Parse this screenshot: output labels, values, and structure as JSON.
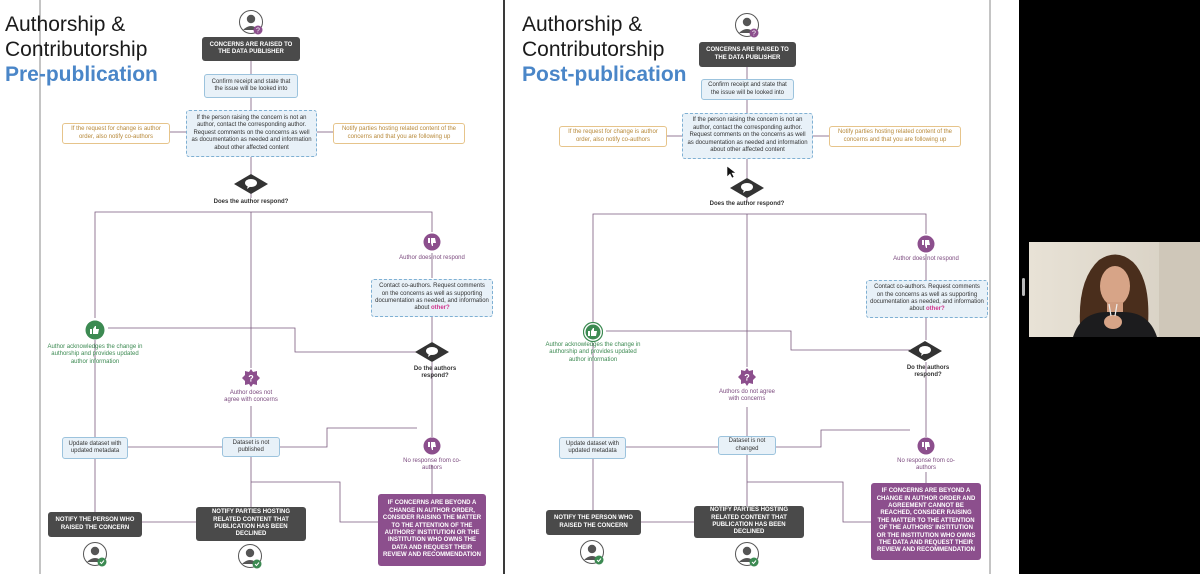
{
  "colors": {
    "dark_box": "#4a4a4a",
    "blue_box": "#e8f1f8",
    "orange_text": "#b7893a",
    "purple_box": "#8c4f8d",
    "green": "#3c8a52",
    "subtitle_blue": "#4a86c8",
    "highlight_pink": "#d0348c"
  },
  "left": {
    "title_line1": "Authorship &",
    "title_line2": "Contributorship",
    "subtitle": "Pre-publication",
    "concerns_raised": "CONCERNS ARE RAISED TO THE DATA PUBLISHER",
    "confirm_receipt": "Confirm receipt and state that the issue will be looked into",
    "contact_author": "If the person raising the concern is not an author, contact the corresponding author. Request comments on the concerns as well as documentation as needed and information about other affected content",
    "author_order_note": "If the request for change is author order, also notify co-authors",
    "notify_hosting_note": "Notify parties hosting related content of the concerns and that you are following up",
    "does_author_respond": "Does the author respond?",
    "author_no_response": "Author does not respond",
    "contact_coauthors": "Contact co-authors. Request comments on the concerns as well as supporting documentation as needed, and information about",
    "other_word": "other?",
    "author_acknowledges": "Author acknowledges the change in authorship and provides updated author information",
    "author_disagrees": "Author does not agree with concerns",
    "do_authors_respond": "Do the authors respond?",
    "update_dataset": "Update dataset with updated metadata",
    "dataset_status": "Dataset is not published",
    "no_response_coauthors": "No response from co-authors",
    "notify_person": "NOTIFY THE PERSON WHO RAISED THE CONCERN",
    "notify_declined": "NOTIFY PARTIES HOSTING RELATED CONTENT THAT PUBLICATION HAS BEEN DECLINED",
    "beyond_change": "IF CONCERNS ARE BEYOND A CHANGE IN AUTHOR ORDER, CONSIDER RAISING THE MATTER TO THE ATTENTION OF THE AUTHORS' INSTITUTION OR THE INSTITUTION WHO OWNS THE DATA AND REQUEST THEIR REVIEW AND RECOMMENDATION"
  },
  "right": {
    "title_line1": "Authorship &",
    "title_line2": "Contributorship",
    "subtitle": "Post-publication",
    "concerns_raised": "CONCERNS ARE RAISED TO THE DATA PUBLISHER",
    "confirm_receipt": "Confirm receipt and state that the issue will be looked into",
    "contact_author": "If the person raising the concern is not an author, contact the corresponding author. Request comments on the concerns as well as documentation as needed and information about other affected content",
    "author_order_note": "If the request for change is author order, also notify co-authors",
    "notify_hosting_note": "Notify parties hosting related content of the concerns and that you are following up",
    "does_author_respond": "Does the author respond?",
    "author_no_response": "Author does not respond",
    "contact_coauthors": "Contact co-authors. Request comments on the concerns as well as supporting documentation as needed, and information about",
    "other_word": "other?",
    "author_acknowledges": "Author acknowledges the change in authorship and provides updated author information",
    "author_disagrees": "Authors do not agree with concerns",
    "do_authors_respond": "Do the authors respond?",
    "update_dataset": "Update dataset with updated metadata",
    "dataset_status": "Dataset is not changed",
    "no_response_coauthors": "No response from co-authors",
    "notify_person": "NOTIFY THE PERSON WHO RAISED THE CONCERN",
    "notify_declined": "NOTIFY PARTIES HOSTING RELATED CONTENT THAT PUBLICATION HAS BEEN DECLINED",
    "beyond_change": "IF CONCERNS ARE BEYOND A CHANGE IN AUTHOR ORDER AND AGREEMENT CANNOT BE REACHED, CONSIDER RAISING THE MATTER TO THE ATTENTION OF THE AUTHORS' INSTITUTION OR THE INSTITUTION WHO OWNS THE DATA AND REQUEST THEIR REVIEW AND RECOMMENDATION"
  },
  "icons": {
    "person": "person-icon",
    "question_badge": "question-badge-icon",
    "speech_diamond": "speech-bubble-decision-icon",
    "thumbs_down": "thumbs-down-icon",
    "thumbs_up": "thumbs-up-icon",
    "check_badge": "check-badge-icon",
    "mouse_cursor": "mouse-cursor-icon",
    "webcam": "participant-video-tile"
  }
}
